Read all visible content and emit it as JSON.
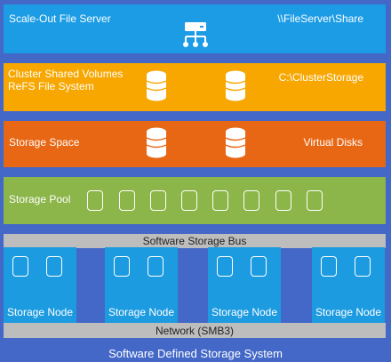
{
  "diagram": {
    "scale_out": {
      "left_label": "Scale-Out File Server",
      "right_label": "\\\\FileServer\\Share",
      "color": "#1c9ce5",
      "icon": "network-share-icon"
    },
    "cluster": {
      "left_line1": "Cluster Shared Volumes",
      "left_line2": "ReFS File System",
      "right_label": "C:\\ClusterStorage",
      "color": "#f7a700",
      "icon": "database-icon"
    },
    "storage_space": {
      "left_label": "Storage Space",
      "right_label": "Virtual Disks",
      "color": "#e86714",
      "icon": "database-icon"
    },
    "storage_pool": {
      "left_label": "Storage Pool",
      "color": "#8cb54a",
      "icon": "disk-icon"
    },
    "bus": {
      "label": "Software Storage Bus",
      "color": "#bdbdbd"
    },
    "nodes": [
      {
        "label": "Storage Node"
      },
      {
        "label": "Storage Node"
      },
      {
        "label": "Storage Node"
      },
      {
        "label": "Storage Node"
      }
    ],
    "network": {
      "label": "Network (SMB3)",
      "color": "#bdbdbd"
    },
    "footer": {
      "label": "Software Defined Storage System"
    },
    "background_color": "#4368c7",
    "node_color": "#1d9be0"
  }
}
